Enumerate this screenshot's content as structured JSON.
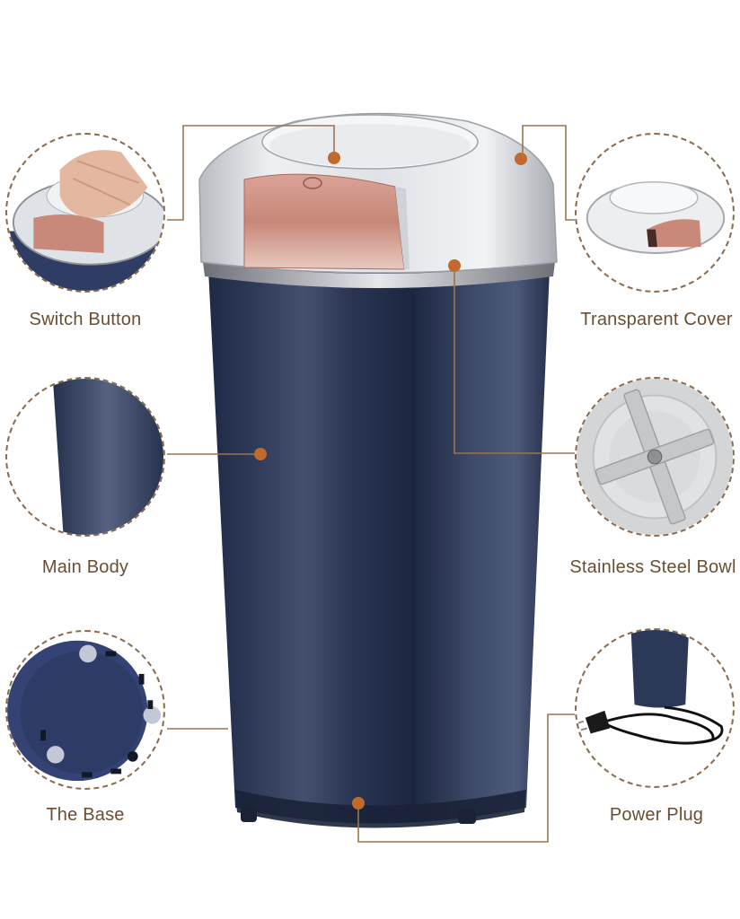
{
  "colors": {
    "label": "#6b4e32",
    "connector": "#9a7450",
    "dot": "#c06a2e",
    "body_dark": "#1e2a44",
    "body_light": "#4a5778",
    "rose_gold": "#c9897a",
    "steel": "#d8d8d8"
  },
  "callouts": {
    "switch_button": {
      "label": "Switch Button"
    },
    "transparent_cover": {
      "label": "Transparent Cover"
    },
    "main_body": {
      "label": "Main Body"
    },
    "stainless_steel_bowl": {
      "label": "Stainless Steel Bowl"
    },
    "the_base": {
      "label": "The Base"
    },
    "power_plug": {
      "label": "Power Plug"
    }
  }
}
